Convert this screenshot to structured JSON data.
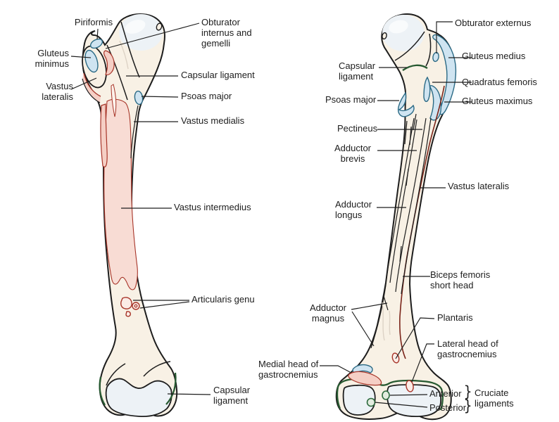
{
  "labels": {
    "left_view": [
      {
        "id": "piriformis",
        "text": "Piriformis"
      },
      {
        "id": "obturator-internus",
        "text": "Obturator internus and gemelli"
      },
      {
        "id": "gluteus-minimus",
        "text": "Gluteus minimus"
      },
      {
        "id": "capsular-ligament-upper",
        "text": "Capsular ligament"
      },
      {
        "id": "vastus-lateralis",
        "text": "Vastus lateralis"
      },
      {
        "id": "psoas-major",
        "text": "Psoas major"
      },
      {
        "id": "vastus-medialis",
        "text": "Vastus medialis"
      },
      {
        "id": "vastus-intermedius",
        "text": "Vastus intermedius"
      },
      {
        "id": "articularis-genu",
        "text": "Articularis genu"
      },
      {
        "id": "capsular-ligament-lower",
        "text": "Capsular ligament"
      }
    ],
    "right_view": [
      {
        "id": "obturator-externus",
        "text": "Obturator externus"
      },
      {
        "id": "gluteus-medius",
        "text": "Gluteus medius"
      },
      {
        "id": "capsular-ligament",
        "text": "Capsular ligament"
      },
      {
        "id": "quadratus-femoris",
        "text": "Quadratus femoris"
      },
      {
        "id": "psoas-major",
        "text": "Psoas major"
      },
      {
        "id": "gluteus-maximus",
        "text": "Gluteus maximus"
      },
      {
        "id": "pectineus",
        "text": "Pectineus"
      },
      {
        "id": "adductor-brevis",
        "text": "Adductor brevis"
      },
      {
        "id": "vastus-lateralis",
        "text": "Vastus lateralis"
      },
      {
        "id": "adductor-longus",
        "text": "Adductor longus"
      },
      {
        "id": "biceps-femoris-short-head",
        "text": "Biceps femoris short head"
      },
      {
        "id": "adductor-magnus",
        "text": "Adductor magnus"
      },
      {
        "id": "plantaris",
        "text": "Plantaris"
      },
      {
        "id": "lateral-head-gastrocnemius",
        "text": "Lateral head of gastrocnemius"
      },
      {
        "id": "medial-head-gastrocnemius",
        "text": "Medial head of gastrocnemius"
      },
      {
        "id": "cruciate-anterior",
        "text": "Anterior"
      },
      {
        "id": "cruciate-posterior",
        "text": "Posterior"
      },
      {
        "id": "cruciate-ligaments",
        "text": "Cruciate ligaments"
      }
    ],
    "brace": "}"
  },
  "colors": {
    "bone": "#f8f1e5",
    "articular": "#edf2f6",
    "attachment-blue": "#cfe4f1",
    "attachment-blue-stroke": "#2b6a85",
    "attachment-pink": "#f5cfc5",
    "attachment-pink-stroke": "#a73428",
    "ligament-green": "#275a31",
    "outline": "#1d1d1d"
  }
}
